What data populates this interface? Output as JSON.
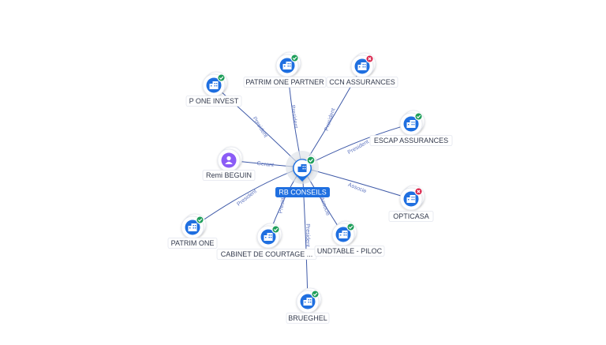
{
  "colors": {
    "edge": "#3f5aa8",
    "edge_label": "#6278c2",
    "company_node": "#1f6fe0",
    "person_node": "#8b5cf6",
    "status_active": "#1e9e5a",
    "status_closed": "#d9254c"
  },
  "center": {
    "name": "RB CONSEILS",
    "icon": "building-icon",
    "status": "active"
  },
  "nodes": [
    {
      "id": "patrim-one-partner",
      "name": "PATRIM ONE PARTNER",
      "type": "company",
      "icon": "building-icon",
      "status": "active",
      "relation": "President"
    },
    {
      "id": "ccn-assurances",
      "name": "CCN ASSURANCES",
      "type": "company",
      "icon": "building-icon",
      "status": "closed",
      "relation": "President"
    },
    {
      "id": "p-one-invest",
      "name": "P ONE INVEST",
      "type": "company",
      "icon": "building-icon",
      "status": "active",
      "relation": "President"
    },
    {
      "id": "escap-assurances",
      "name": "ESCAP ASSURANCES",
      "type": "company",
      "icon": "building-icon",
      "status": "active",
      "relation": "President"
    },
    {
      "id": "remi-beguin",
      "name": "Remi BEGUIN",
      "type": "person",
      "icon": "person-icon",
      "status": "",
      "relation": "Gerant"
    },
    {
      "id": "opticasa",
      "name": "OPTICASA",
      "type": "company",
      "icon": "building-icon",
      "status": "closed",
      "relation": "Associe"
    },
    {
      "id": "patrim-one",
      "name": "PATRIM ONE",
      "type": "company",
      "icon": "building-icon",
      "status": "active",
      "relation": "President"
    },
    {
      "id": "cabinet-de-courtage",
      "name": "CABINET DE COURTAGE ...",
      "type": "company",
      "icon": "building-icon",
      "status": "active",
      "relation": "President"
    },
    {
      "id": "roundtable-piloc",
      "name": "UNDTABLE - PILOC",
      "type": "company",
      "icon": "building-icon",
      "status": "active",
      "relation": "Associe"
    },
    {
      "id": "brueghel",
      "name": "BRUEGHEL",
      "type": "company",
      "icon": "building-icon",
      "status": "active",
      "relation": "President"
    }
  ]
}
